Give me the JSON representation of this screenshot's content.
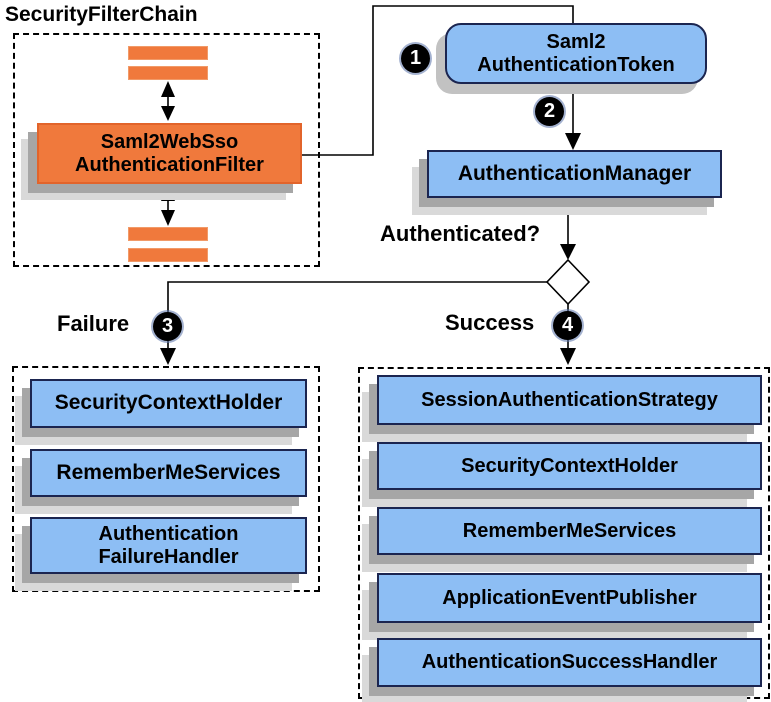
{
  "colors": {
    "node_fill": "#8dbef4",
    "node_border": "#1b2550",
    "filter_fill": "#f0793c",
    "filter_border": "#e2642b",
    "line_color": "#000000",
    "badge_bg": "#000000",
    "badge_text": "#ffffff",
    "shadow_dark": "#a6a6a6",
    "shadow_light": "#d9d9d9"
  },
  "filter_chain": {
    "title": "SecurityFilterChain",
    "filter": {
      "lines": [
        "Saml2WebSso",
        "AuthenticationFilter"
      ]
    }
  },
  "token": {
    "lines": [
      "Saml2",
      "AuthenticationToken"
    ]
  },
  "manager": {
    "label": "AuthenticationManager"
  },
  "question": "Authenticated?",
  "badges": {
    "token": "1",
    "manager": "2",
    "failure": "3",
    "success": "4"
  },
  "failure": {
    "label": "Failure",
    "boxes": [
      {
        "lines": [
          "SecurityContextHolder"
        ]
      },
      {
        "lines": [
          "RememberMeServices"
        ]
      },
      {
        "lines": [
          "Authentication",
          "FailureHandler"
        ]
      }
    ]
  },
  "success": {
    "label": "Success",
    "boxes": [
      "SessionAuthenticationStrategy",
      "SecurityContextHolder",
      "RememberMeServices",
      "ApplicationEventPublisher",
      "AuthenticationSuccessHandler"
    ]
  }
}
